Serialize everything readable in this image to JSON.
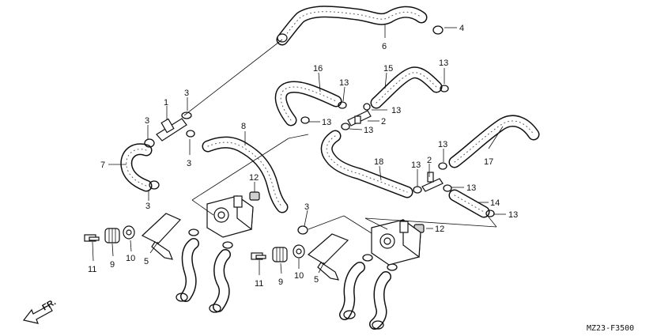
{
  "diagram": {
    "code": "MZ23-F3500",
    "direction_label": "FR.",
    "callouts": [
      {
        "id": "c1",
        "text": "1"
      },
      {
        "id": "c2a",
        "text": "2"
      },
      {
        "id": "c2b",
        "text": "2"
      },
      {
        "id": "c3a",
        "text": "3"
      },
      {
        "id": "c3b",
        "text": "3"
      },
      {
        "id": "c3c",
        "text": "3"
      },
      {
        "id": "c3d",
        "text": "3"
      },
      {
        "id": "c3e",
        "text": "3"
      },
      {
        "id": "c4",
        "text": "4"
      },
      {
        "id": "c5a",
        "text": "5"
      },
      {
        "id": "c5b",
        "text": "5"
      },
      {
        "id": "c6",
        "text": "6"
      },
      {
        "id": "c7",
        "text": "7"
      },
      {
        "id": "c8",
        "text": "8"
      },
      {
        "id": "c9a",
        "text": "9"
      },
      {
        "id": "c9b",
        "text": "9"
      },
      {
        "id": "c10a",
        "text": "10"
      },
      {
        "id": "c10b",
        "text": "10"
      },
      {
        "id": "c11a",
        "text": "11"
      },
      {
        "id": "c11b",
        "text": "11"
      },
      {
        "id": "c12a",
        "text": "12"
      },
      {
        "id": "c12b",
        "text": "12"
      },
      {
        "id": "c13a",
        "text": "13"
      },
      {
        "id": "c13b",
        "text": "13"
      },
      {
        "id": "c13c",
        "text": "13"
      },
      {
        "id": "c13d",
        "text": "13"
      },
      {
        "id": "c13e",
        "text": "13"
      },
      {
        "id": "c13f",
        "text": "13"
      },
      {
        "id": "c13g",
        "text": "13"
      },
      {
        "id": "c13h",
        "text": "13"
      },
      {
        "id": "c13i",
        "text": "13"
      },
      {
        "id": "c14",
        "text": "14"
      },
      {
        "id": "c15",
        "text": "15"
      },
      {
        "id": "c16",
        "text": "16"
      },
      {
        "id": "c17",
        "text": "17"
      },
      {
        "id": "c18",
        "text": "18"
      }
    ]
  }
}
